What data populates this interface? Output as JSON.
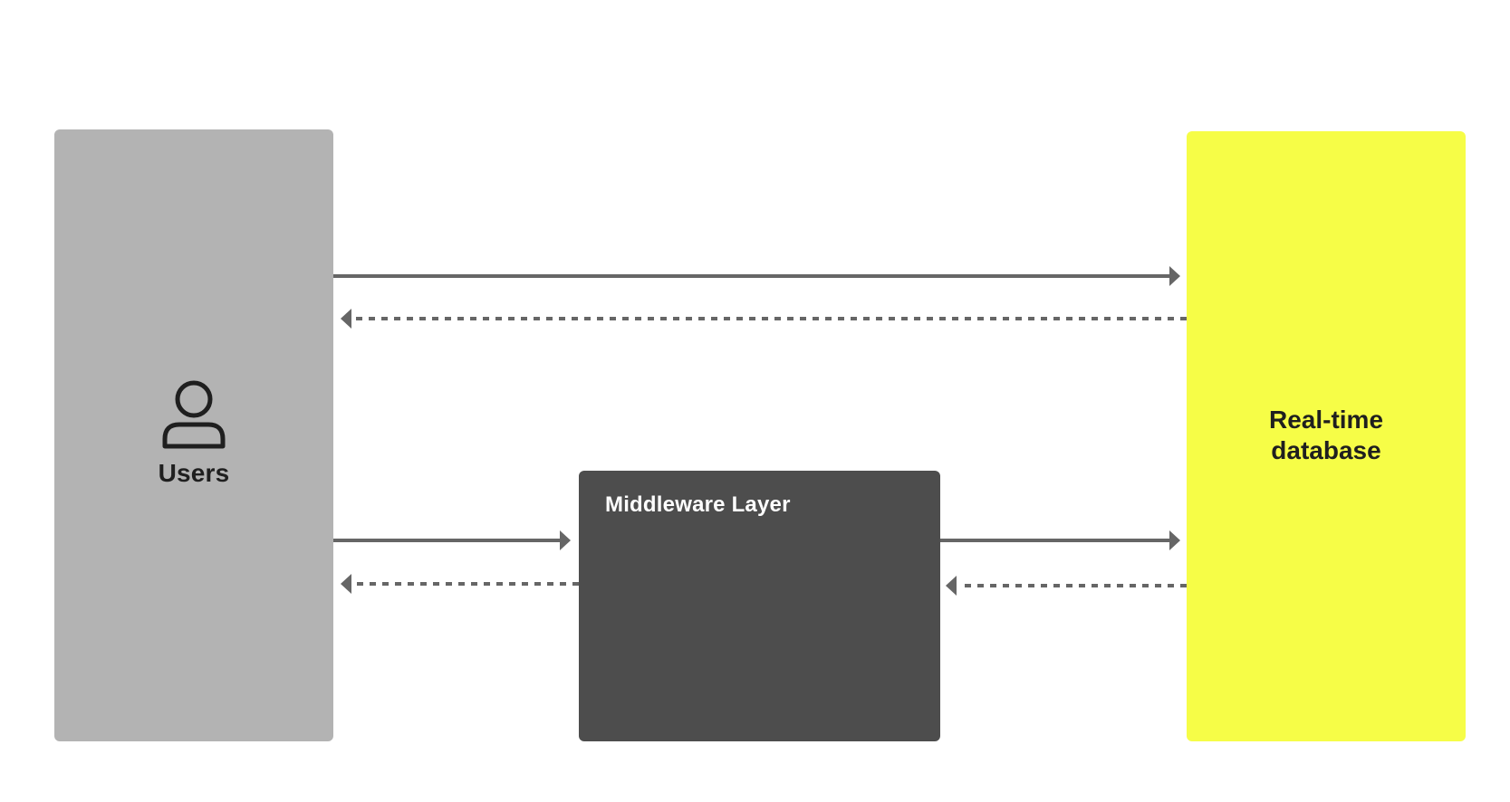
{
  "colors": {
    "users_fill": "#b3b3b3",
    "middleware_fill": "#4d4d4d",
    "database_fill": "#f6fd47",
    "arrow": "#666666",
    "label_dark": "#1f1f1f",
    "label_light": "#ffffff"
  },
  "nodes": {
    "users": {
      "label": "Users",
      "icon": "user-icon"
    },
    "middleware": {
      "label": "Middleware Layer"
    },
    "database": {
      "label_line1": "Real-time",
      "label_line2": "database"
    }
  },
  "edges": [
    {
      "from": "users",
      "to": "database",
      "style": "solid"
    },
    {
      "from": "database",
      "to": "users",
      "style": "dashed"
    },
    {
      "from": "users",
      "to": "middleware",
      "style": "solid"
    },
    {
      "from": "middleware",
      "to": "users",
      "style": "dashed"
    },
    {
      "from": "middleware",
      "to": "database",
      "style": "solid"
    },
    {
      "from": "database",
      "to": "middleware",
      "style": "dashed"
    }
  ]
}
